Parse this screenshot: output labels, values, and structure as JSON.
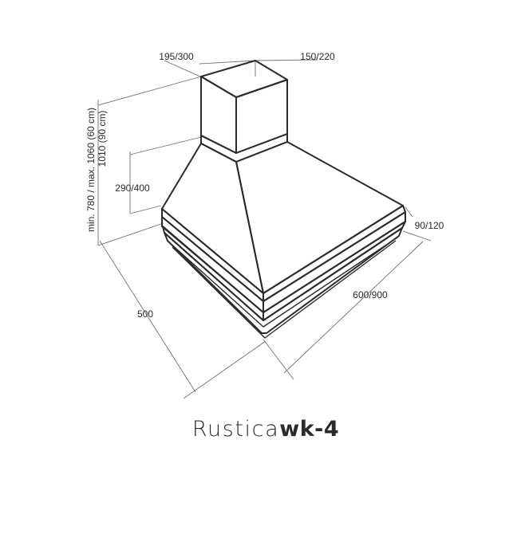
{
  "diagram": {
    "dimensions": {
      "chimney_width": "195/300",
      "chimney_depth": "150/220",
      "total_height_line1": "min. 780 / max. 1060 (60 cm)",
      "total_height_line2": "1010 (90 cm)",
      "hood_height": "290/400",
      "frame_depth": "90/120",
      "width": "600/900",
      "depth": "500"
    },
    "title": {
      "model_name": "Rustica",
      "model_code": "wk-4"
    }
  }
}
